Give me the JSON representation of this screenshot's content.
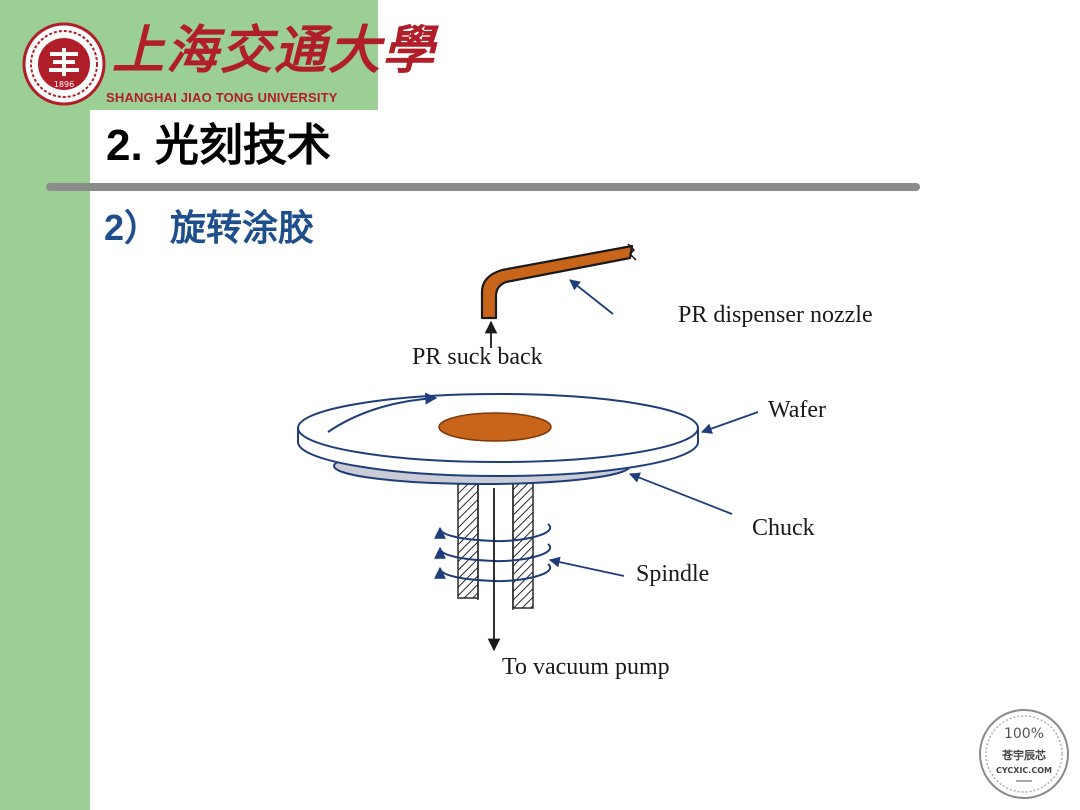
{
  "header": {
    "university_cn": "上海交通大學",
    "university_en": "SHANGHAI JIAO TONG UNIVERSITY",
    "logo_year": "1896"
  },
  "slide": {
    "title": "2. 光刻技术",
    "subtitle": "2） 旋转涂胶"
  },
  "diagram": {
    "labels": {
      "nozzle": "PR dispenser nozzle",
      "suck_back": "PR suck back",
      "wafer": "Wafer",
      "chuck": "Chuck",
      "spindle": "Spindle",
      "vacuum": "To vacuum pump"
    },
    "colors": {
      "photoresist": "#c8651b",
      "outline": "#1f3d7a",
      "chuck": "#c9ccd4"
    }
  },
  "watermark": {
    "top": "100%",
    "middle": "苍宇辰芯",
    "bottom": "CYCXIC.COM"
  },
  "theme": {
    "green": "#9ccf94",
    "brand_red": "#b01e2a",
    "subtitle_blue": "#1f4e8c"
  }
}
